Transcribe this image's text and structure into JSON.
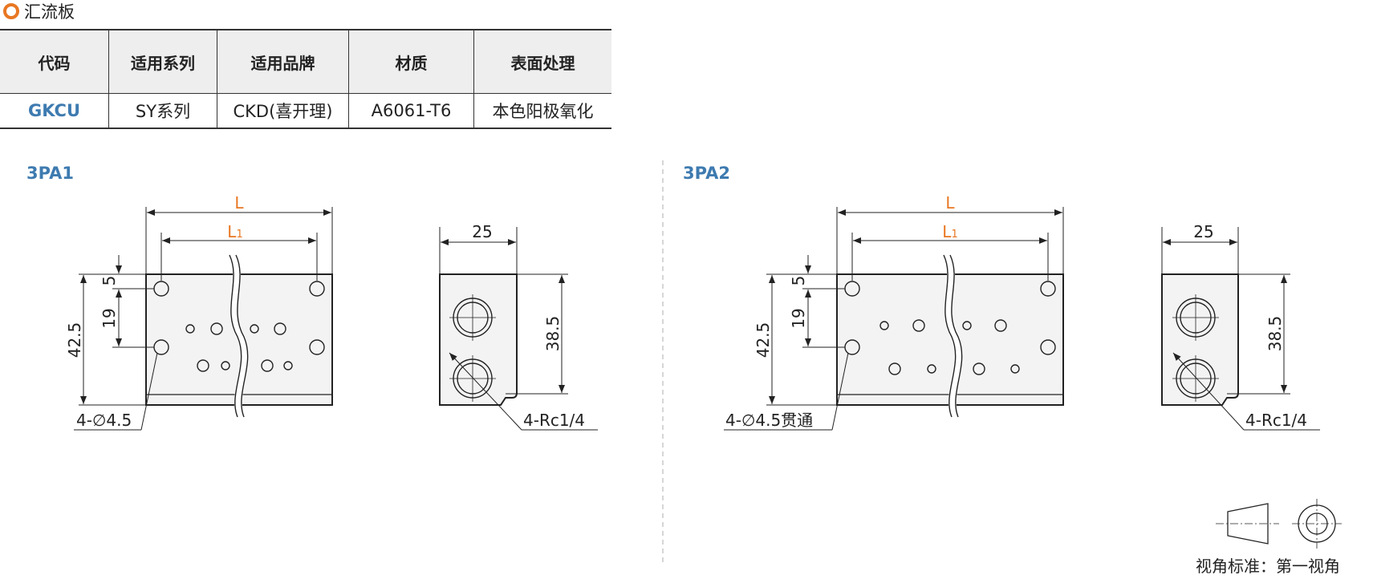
{
  "header": {
    "title": "汇流板"
  },
  "table": {
    "columns": [
      "代码",
      "适用系列",
      "适用品牌",
      "材质",
      "表面处理"
    ],
    "row": [
      "GKCU",
      "SY系列",
      "CKD(喜开理)",
      "A6061-T6",
      "本色阳极氧化"
    ]
  },
  "variants": {
    "left": {
      "name": "3PA1",
      "dims": {
        "L": "L",
        "L1": "L",
        "L1_sub": "1",
        "top_offset": "5",
        "hole_pitch": "19",
        "height": "42.5",
        "holes": "4-∅4.5",
        "side_width": "25",
        "side_height": "38.5",
        "port": "4-Rc1/4"
      }
    },
    "right": {
      "name": "3PA2",
      "dims": {
        "L": "L",
        "L1": "L",
        "L1_sub": "1",
        "top_offset": "5",
        "hole_pitch": "19",
        "height": "42.5",
        "holes": "4-∅4.5贯通",
        "side_width": "25",
        "side_height": "38.5",
        "port": "4-Rc1/4"
      }
    }
  },
  "footer": {
    "view_standard": "视角标准：第一视角"
  },
  "colors": {
    "accent": "#e87722",
    "code_blue": "#3e7bb0",
    "rule": "#333333"
  }
}
